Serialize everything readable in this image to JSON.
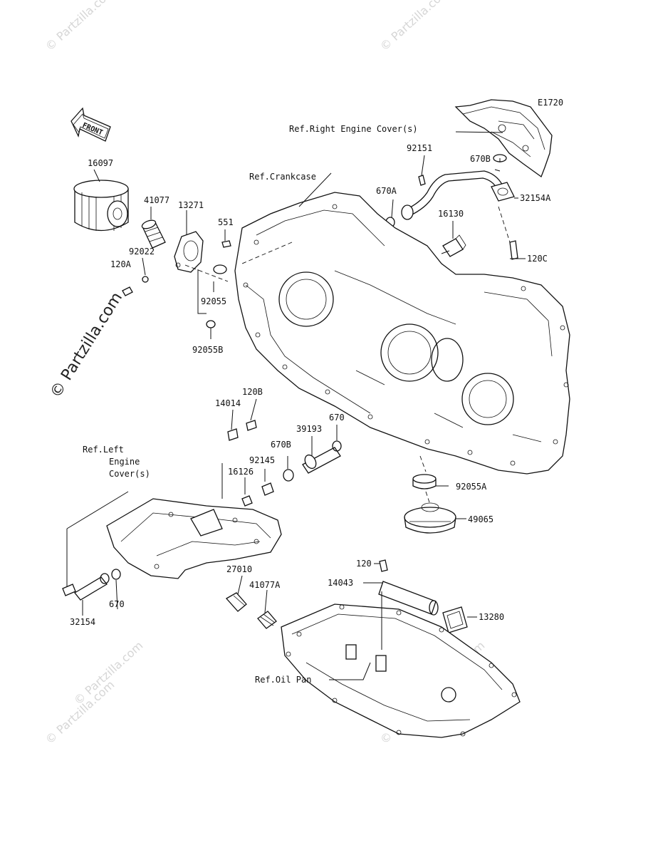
{
  "diagram_code": "E1720",
  "front_label": "FRONT",
  "watermark_main": "© Partzilla.com",
  "watermarks": [
    "© Partzilla.com",
    "© Partzilla.com",
    "© Partzilla.com",
    "© Partzilla.com",
    "© Partzilla.com",
    "© Partzilla.com"
  ],
  "refs": {
    "right_cover": "Ref.Right Engine Cover(s)",
    "crankcase": "Ref.Crankcase",
    "left_cover_1": "Ref.Left",
    "left_cover_2": "Engine",
    "left_cover_3": "Cover(s)",
    "oil_pan": "Ref.Oil Pan"
  },
  "parts": {
    "p16097": "16097",
    "p41077": "41077",
    "p13271": "13271",
    "p551": "551",
    "p92022": "92022",
    "p120A": "120A",
    "p92055": "92055",
    "p92055B": "92055B",
    "p92151": "92151",
    "p670B_top": "670B",
    "p670A": "670A",
    "p32154A": "32154A",
    "p16130": "16130",
    "p120C": "120C",
    "p120B": "120B",
    "p14014": "14014",
    "p670_mid": "670",
    "p39193": "39193",
    "p670B_mid": "670B",
    "p92145": "92145",
    "p16126": "16126",
    "p92055A": "92055A",
    "p49065": "49065",
    "p120": "120",
    "p14043": "14043",
    "p13280": "13280",
    "p27010": "27010",
    "p41077A": "41077A",
    "p670_low": "670",
    "p32154": "32154"
  }
}
